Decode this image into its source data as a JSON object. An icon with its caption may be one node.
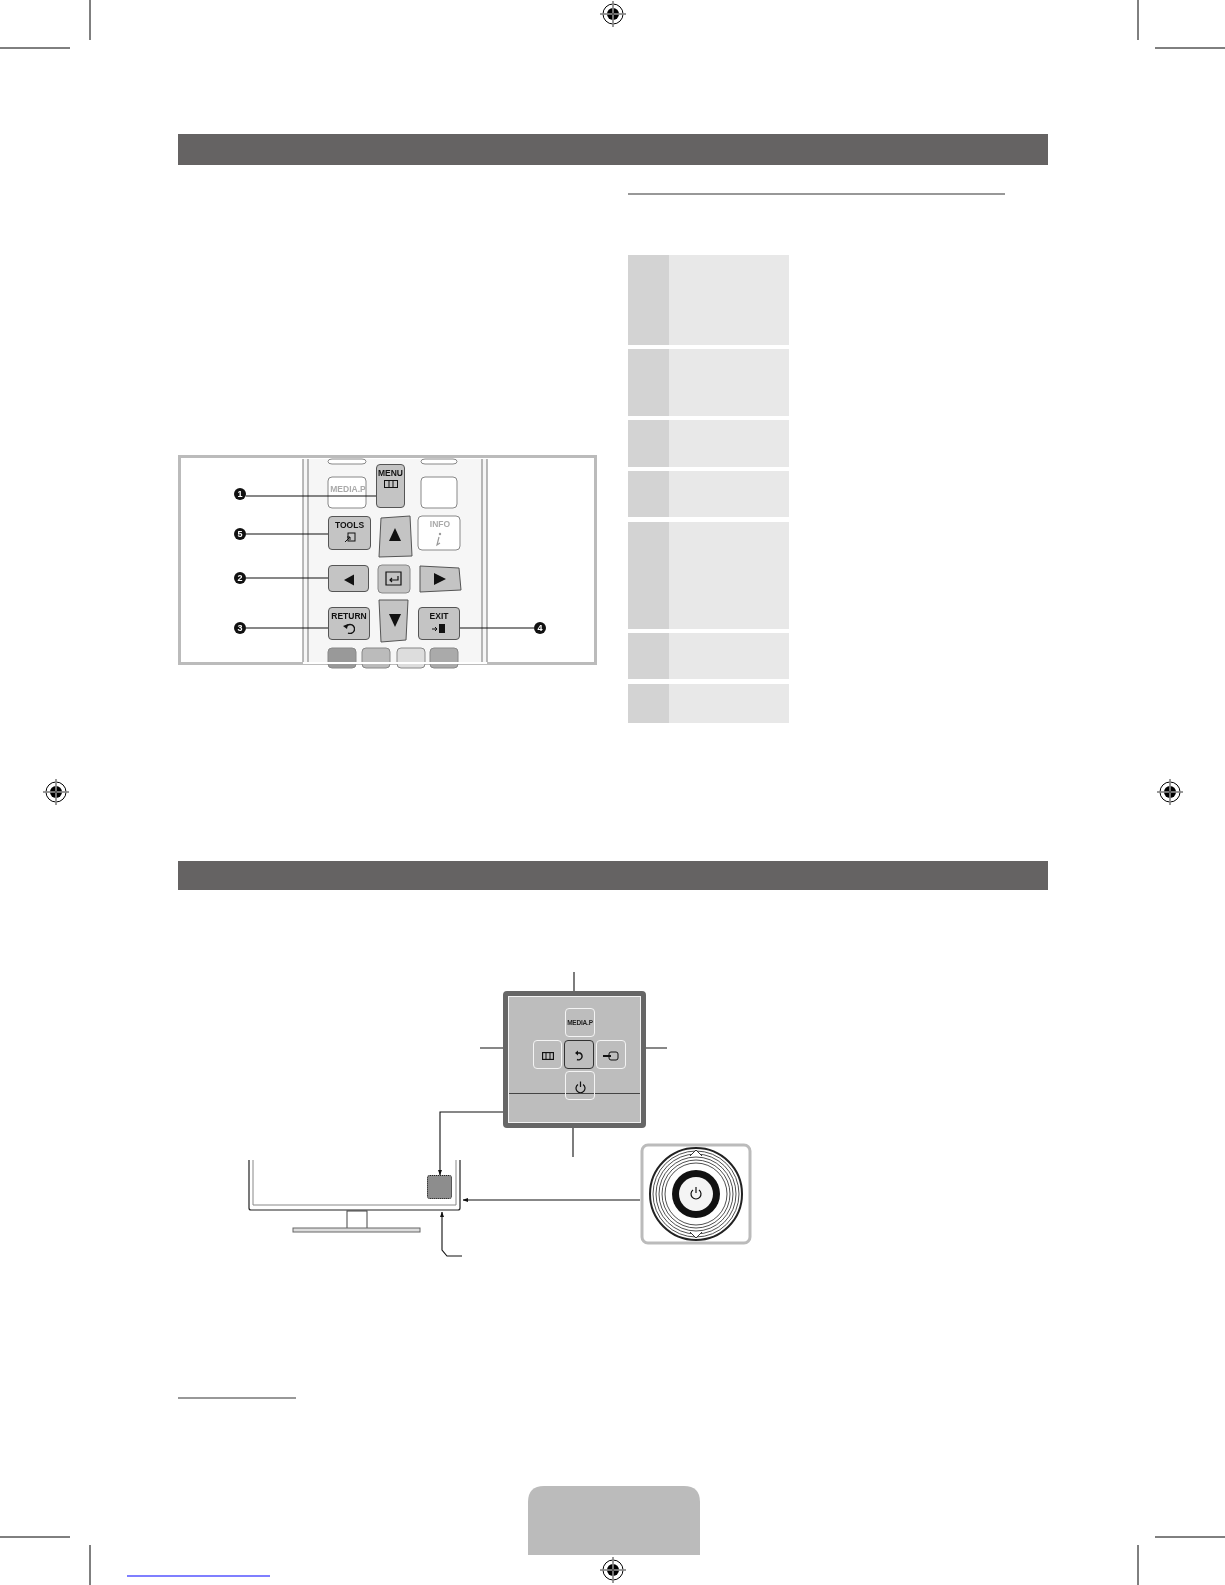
{
  "diagram": {
    "nodes": [
      {
        "text": [
          "1"
        ]
      },
      {
        "text": [
          "5"
        ]
      },
      {
        "text": [
          "2"
        ]
      },
      {
        "text": [
          "3"
        ]
      },
      {
        "text": [
          "4"
        ]
      },
      {
        "text": [
          "MENU"
        ]
      },
      {
        "text": [
          "TOOLS"
        ]
      },
      {
        "text": [],
        "shape": "box"
      },
      {
        "text": [
          "RETURN"
        ]
      },
      {
        "text": [
          "EXIT"
        ]
      },
      {
        "text": [],
        "shape": "box"
      },
      {
        "text": [
          "MEDIA.P"
        ],
        "in": 10
      },
      {
        "text": [],
        "shape": "box",
        "in": 10
      },
      {
        "text": [],
        "shape": "box",
        "in": 10
      },
      {
        "text": [],
        "shape": "box",
        "in": 10
      },
      {
        "text": [],
        "shape": "box",
        "in": 10
      },
      {
        "text": [],
        "shape": "picture"
      },
      {
        "text": [],
        "shape": "box",
        "in": 16
      },
      {
        "text": [],
        "shape": "picture"
      }
    ],
    "edges": [
      {
        "from": 0,
        "to": 5,
        "arrow": "none"
      },
      {
        "from": 1,
        "to": 6,
        "arrow": "none"
      },
      {
        "from": 2,
        "to": 7,
        "arrow": "none"
      },
      {
        "from": 3,
        "to": 8,
        "arrow": "none"
      },
      {
        "from": 4,
        "to": 9,
        "arrow": "none"
      },
      {
        "from": null,
        "to": 11,
        "arrow": "to"
      },
      {
        "from": null,
        "to": 12,
        "arrow": "to"
      },
      {
        "from": null,
        "to": 14,
        "arrow": "to"
      },
      {
        "from": null,
        "to": 15,
        "arrow": "to"
      },
      {
        "from": 10,
        "to": 17,
        "arrow": "to"
      },
      {
        "from": 18,
        "to": 16,
        "arrow": "to"
      },
      {
        "from": null,
        "to": 16,
        "arrow": "to"
      }
    ],
    "labels": [
      "MEDIA.P",
      "INFO"
    ]
  }
}
